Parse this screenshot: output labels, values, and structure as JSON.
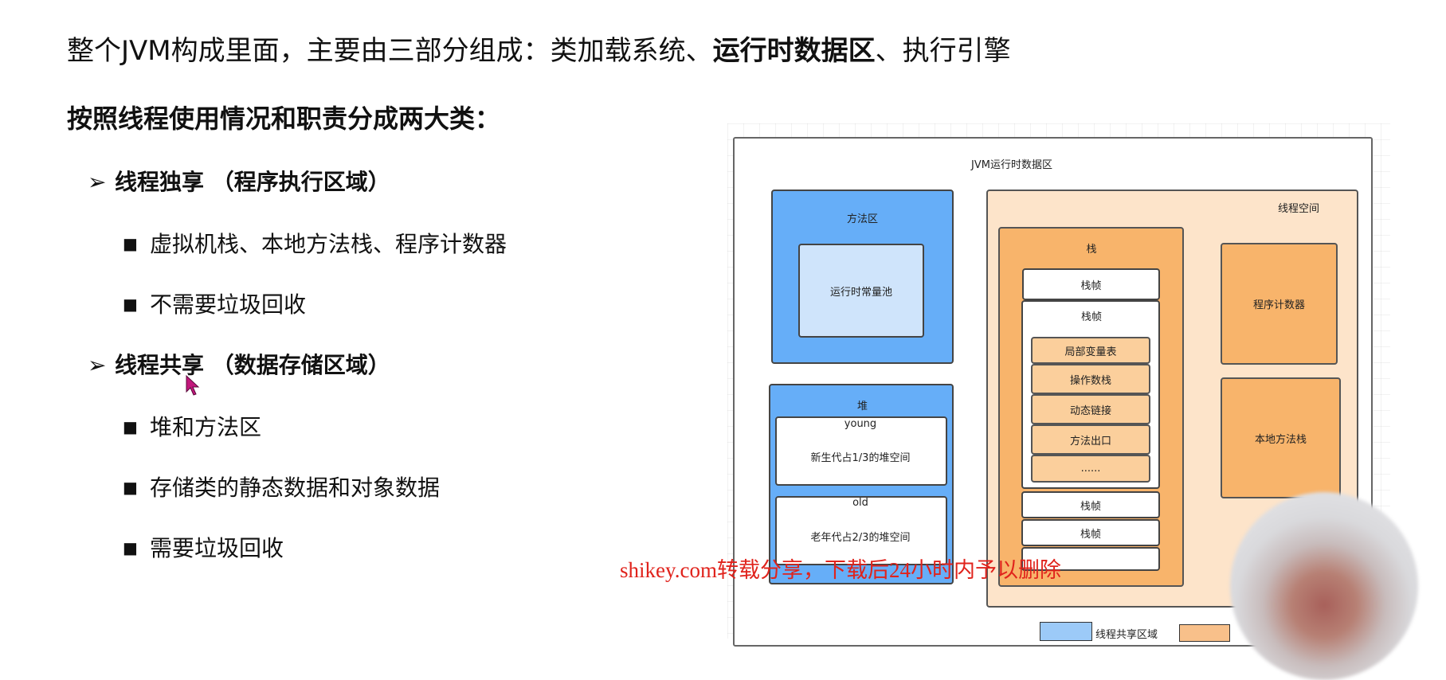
{
  "slide": {
    "headline_prefix": "整个JVM构成里面，主要由三部分组成：类加载系统、",
    "headline_bold": "运行时数据区",
    "headline_suffix": "、执行引擎",
    "subhead": "按照线程使用情况和职责分成两大类：",
    "groups": [
      {
        "marker": "➢",
        "title": "线程独享 （程序执行区域）",
        "items": [
          "虚拟机栈、本地方法栈、程序计数器",
          "不需要垃圾回收"
        ]
      },
      {
        "marker": "➢",
        "title": "线程共享 （数据存储区域）",
        "items": [
          "堆和方法区",
          "存储类的静态数据和对象数据",
          "需要垃圾回收"
        ]
      }
    ],
    "bullet_marker": "■"
  },
  "diagram": {
    "title": "JVM运行时数据区",
    "method_area": {
      "label": "方法区",
      "inner": "运行时常量池"
    },
    "heap": {
      "label": "堆",
      "young_title": "young",
      "young_text": "新生代占1/3的堆空间",
      "old_title": "old",
      "old_text": "老年代占2/3的堆空间"
    },
    "thread_space": {
      "label": "线程空间",
      "stack_label": "栈",
      "frame_label": "栈帧",
      "frame_parts": [
        "局部变量表",
        "操作数栈",
        "动态链接",
        "方法出口",
        "......"
      ],
      "pc": "程序计数器",
      "native_stack": "本地方法栈"
    },
    "legend": {
      "shared": "线程共享区域"
    },
    "colors": {
      "shared_blue": "#66aef8",
      "private_orange": "#f8b46b",
      "thread_bg": "#fde4ca"
    }
  },
  "watermark": "shikey.com转载分享，下载后24小时内予以删除"
}
